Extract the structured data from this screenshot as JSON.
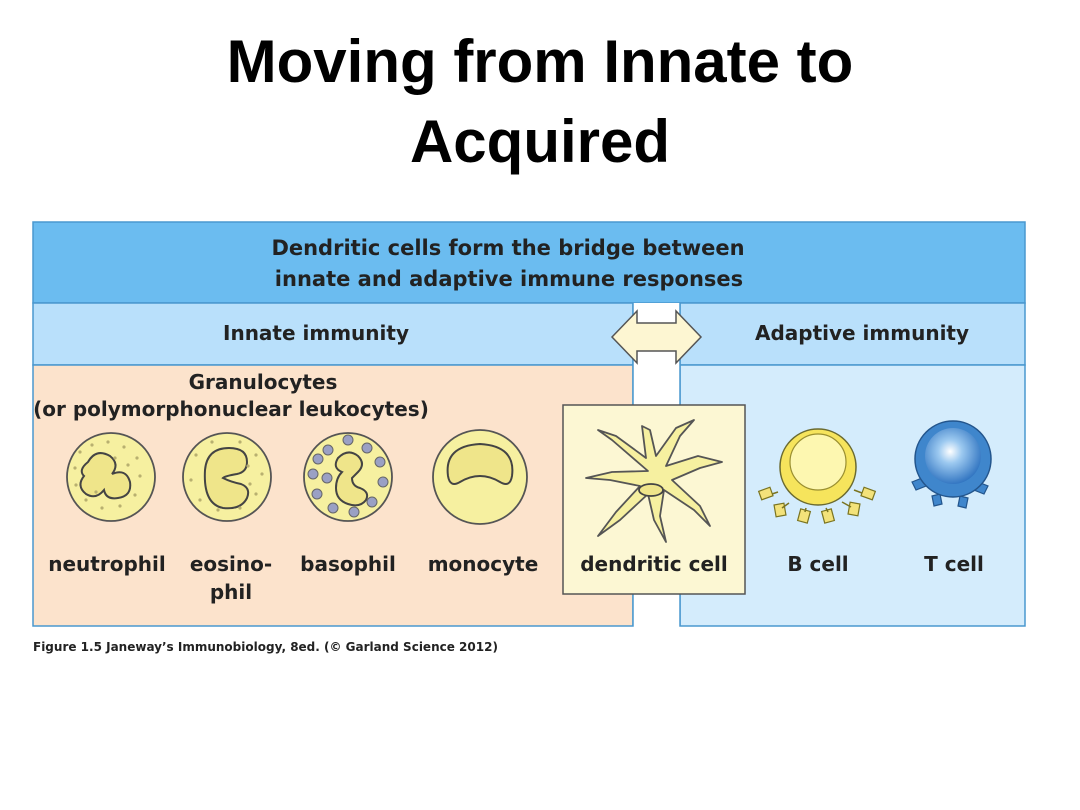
{
  "slide": {
    "title_line1": "Moving from Innate to",
    "title_line2": "Acquired"
  },
  "figure": {
    "banner_line1": "Dendritic cells form the bridge between",
    "banner_line2": "innate and adaptive immune responses",
    "innate_label": "Innate immunity",
    "adaptive_label": "Adaptive immunity",
    "granulocytes_line1": "Granulocytes",
    "granulocytes_line2": "(or polymorphonuclear leukocytes)",
    "cells": {
      "neutrophil": "neutrophil",
      "eosinophil_line1": "eosino-",
      "eosinophil_line2": "phil",
      "basophil": "basophil",
      "monocyte": "monocyte",
      "dendritic": "dendritic cell",
      "bcell": "B cell",
      "tcell": "T cell"
    },
    "caption": "Figure 1.5  Janeway’s Immunobiology, 8ed. (© Garland Science 2012)",
    "colors": {
      "banner_blue": "#6bbcf0",
      "light_blue": "#b9e0fb",
      "adaptive_bg": "#d4ecfc",
      "innate_bg": "#fce3cc",
      "cell_yellow": "#f6f0a0",
      "tcell_blue": "#3f86cc",
      "granule_gray": "#8f95b8"
    }
  }
}
